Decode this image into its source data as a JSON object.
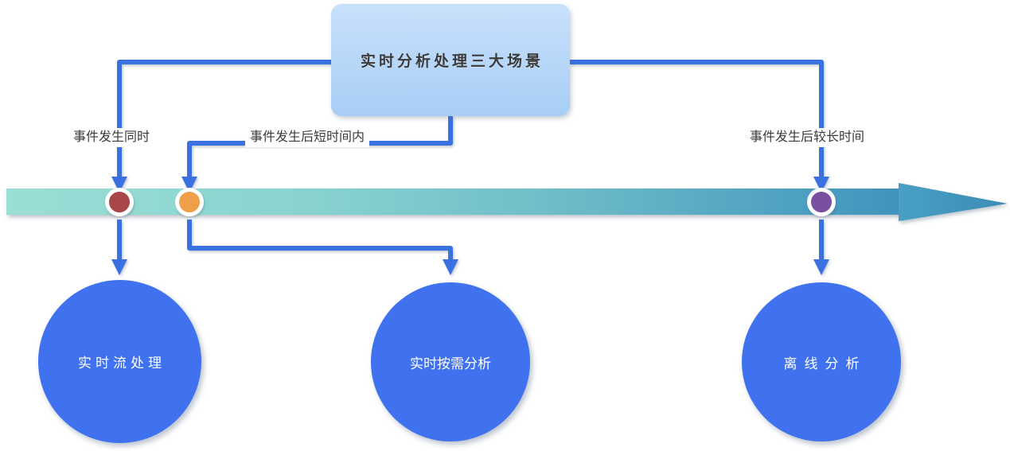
{
  "diagram": {
    "title_box": {
      "label": "实时分析处理三大场景",
      "fill_top": "#c8e0fb",
      "fill_bottom": "#a8cef6"
    },
    "timeline": {
      "name": "event-timeline-arrow",
      "gradient_start": "#97dcd4",
      "gradient_end": "#3f94bd",
      "direction": "left-to-right"
    },
    "connector_color": "#3b6fe0",
    "stages": [
      {
        "id": "realtime-stream",
        "time_label": "事件发生同时",
        "dot_color": "#a8474a",
        "scenario_label": "实时流处理",
        "scenario_letter_spacing": "5px"
      },
      {
        "id": "realtime-ondemand",
        "time_label": "事件发生后短时间内",
        "dot_color": "#ef9f48",
        "scenario_label": "实时按需分析",
        "scenario_letter_spacing": "0px"
      },
      {
        "id": "offline-analysis",
        "time_label": "事件发生后较长时间",
        "dot_color": "#7a4fa0",
        "scenario_label": "离线分析",
        "scenario_letter_spacing": "9px"
      }
    ]
  }
}
